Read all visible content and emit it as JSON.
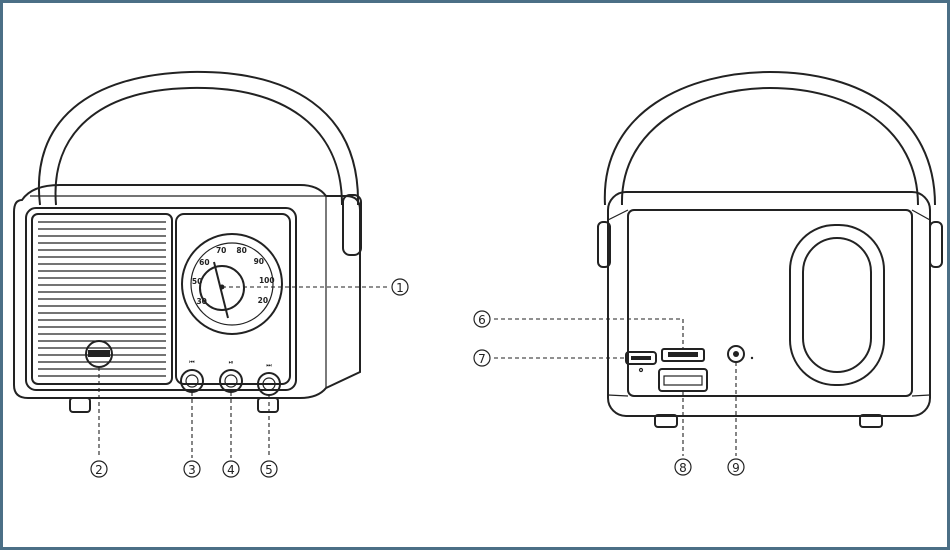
{
  "callouts": [
    {
      "num": "1",
      "label": "①"
    },
    {
      "num": "2",
      "label": "②"
    },
    {
      "num": "3",
      "label": "③"
    },
    {
      "num": "4",
      "label": "④"
    },
    {
      "num": "5",
      "label": "⑤"
    },
    {
      "num": "6",
      "label": "⑥"
    },
    {
      "num": "7",
      "label": "⑦"
    },
    {
      "num": "8",
      "label": "⑧"
    },
    {
      "num": "9",
      "label": "⑨"
    }
  ],
  "dial_numbers": [
    "30",
    "50",
    "60",
    "70",
    "80",
    "90",
    "100",
    "20"
  ],
  "colors": {
    "frame": "#4b6f86",
    "line": "#222222"
  }
}
